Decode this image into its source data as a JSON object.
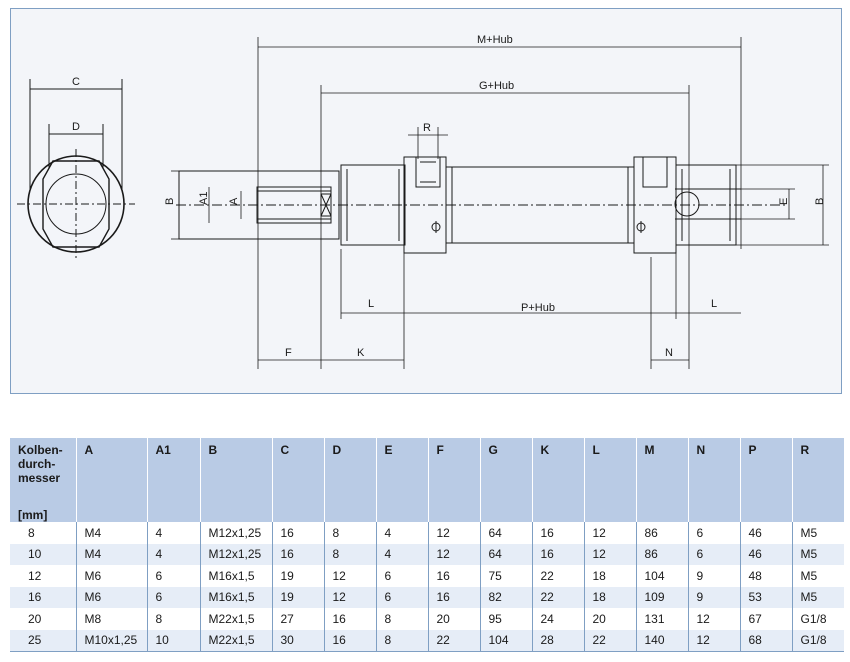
{
  "drawing": {
    "dim_labels": {
      "c": "C",
      "d": "D",
      "m_hub": "M+Hub",
      "g_hub": "G+Hub",
      "r": "R",
      "b_left": "B",
      "a1": "A1",
      "a": "A",
      "e": "E",
      "b_right": "B",
      "l_left": "L",
      "p_hub": "P+Hub",
      "l_right": "L",
      "f": "F",
      "k": "K",
      "n": "N"
    },
    "colors": {
      "panel_bg": "#f3f5f9",
      "panel_border": "#7f9fc3",
      "line": "#1a1a1a"
    }
  },
  "table": {
    "header_colors": {
      "header_bg": "#b9cbe5",
      "row_alt": "#e6edf7"
    },
    "first_header": {
      "label": "Kolben-\ndurch-\nmesser",
      "unit": "[mm]"
    },
    "columns": [
      "A",
      "A1",
      "B",
      "C",
      "D",
      "E",
      "F",
      "G",
      "K",
      "L",
      "M",
      "N",
      "P",
      "R"
    ],
    "rows": [
      [
        "8",
        "M4",
        "4",
        "M12x1,25",
        "16",
        "8",
        "4",
        "12",
        "64",
        "16",
        "12",
        "86",
        "6",
        "46",
        "M5"
      ],
      [
        "10",
        "M4",
        "4",
        "M12x1,25",
        "16",
        "8",
        "4",
        "12",
        "64",
        "16",
        "12",
        "86",
        "6",
        "46",
        "M5"
      ],
      [
        "12",
        "M6",
        "6",
        "M16x1,5",
        "19",
        "12",
        "6",
        "16",
        "75",
        "22",
        "18",
        "104",
        "9",
        "48",
        "M5"
      ],
      [
        "16",
        "M6",
        "6",
        "M16x1,5",
        "19",
        "12",
        "6",
        "16",
        "82",
        "22",
        "18",
        "109",
        "9",
        "53",
        "M5"
      ],
      [
        "20",
        "M8",
        "8",
        "M22x1,5",
        "27",
        "16",
        "8",
        "20",
        "95",
        "24",
        "20",
        "131",
        "12",
        "67",
        "G1/8"
      ],
      [
        "25",
        "M10x1,25",
        "10",
        "M22x1,5",
        "30",
        "16",
        "8",
        "22",
        "104",
        "28",
        "22",
        "140",
        "12",
        "68",
        "G1/8"
      ]
    ]
  }
}
